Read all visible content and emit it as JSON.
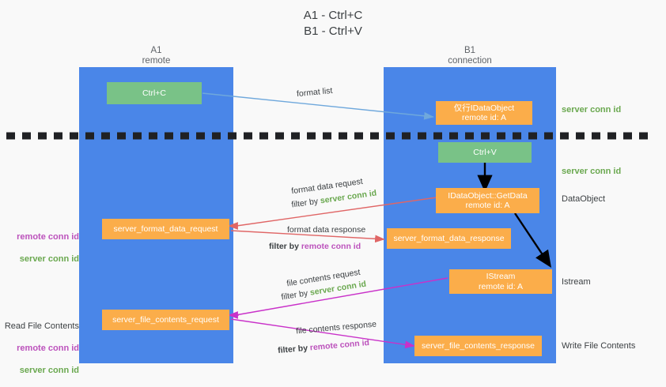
{
  "title": {
    "line1": "A1 - Ctrl+C",
    "line2": "B1 - Ctrl+V"
  },
  "columns": [
    {
      "name": "A1",
      "role": "remote"
    },
    {
      "name": "B1",
      "role": "connection"
    }
  ],
  "boxes": {
    "ctrl_c": "Ctrl+C",
    "ctrl_v": "Ctrl+V",
    "idataobject": "仅行IDataObject\nremote id: A",
    "getdata": "IDataObject::GetData\nremote id: A",
    "istream": "IStream\nremote id: A",
    "format_data_request": "server_format_data_request",
    "format_data_response": "server_format_data_response",
    "file_contents_request": "server_file_contents_request",
    "file_contents_response": "server_file_contents_response"
  },
  "edges": {
    "format_list": "format list",
    "format_data_request": "format data request",
    "format_data_request_filter_prefix": "filter by ",
    "format_data_request_filter_value": "server conn id",
    "format_data_response": "format data response",
    "format_data_response_filter_prefix": "filter by ",
    "format_data_response_filter_value": "remote conn id",
    "file_contents_request": "file contents request",
    "file_contents_request_filter_prefix": "filter by ",
    "file_contents_request_filter_value": "server conn id",
    "file_contents_response": "file contents response",
    "file_contents_response_filter_prefix": "filter by ",
    "file_contents_response_filter_value": "remote conn id"
  },
  "right_labels": {
    "server_conn_id_top": "server conn id",
    "server_conn_id_mid": "server conn id",
    "dataobject": "DataObject",
    "istream": "Istream",
    "write_file_contents": "Write File Contents"
  },
  "left_labels": {
    "remote_conn_id_1": "remote conn id",
    "server_conn_id_1": "server conn id",
    "read_file_contents": "Read File Contents",
    "remote_conn_id_2": "remote conn id",
    "server_conn_id_2": "server conn id"
  },
  "colors": {
    "lane": "#4a86e8",
    "green_box": "#79c287",
    "orange_box": "#fbad4a",
    "green_text": "#6aa84f",
    "purple_text": "#bc52bc",
    "arrow_blue": "#6fa8dc",
    "arrow_red": "#e06666",
    "arrow_magenta": "#c931c9",
    "arrow_black": "#000000",
    "background": "#f9f9f9"
  }
}
